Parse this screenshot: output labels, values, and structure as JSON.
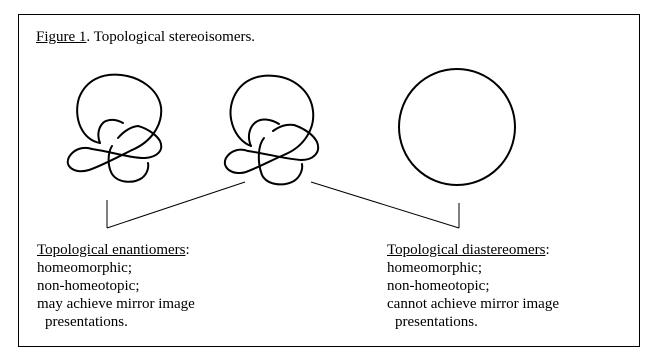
{
  "caption": {
    "figure_label": "Figure 1",
    "title": ".  Topological stereoisomers."
  },
  "left_group": {
    "heading": "Topological enantiomers",
    "heading_suffix": ":",
    "lines": [
      "homeomorphic;",
      "non-homeotopic;",
      "may achieve mirror image",
      "presentations."
    ]
  },
  "right_group": {
    "heading": "Topological diastereomers",
    "heading_suffix": ":",
    "lines": [
      "homeomorphic;",
      "non-homeotopic;",
      "cannot achieve mirror image",
      "presentations."
    ]
  }
}
